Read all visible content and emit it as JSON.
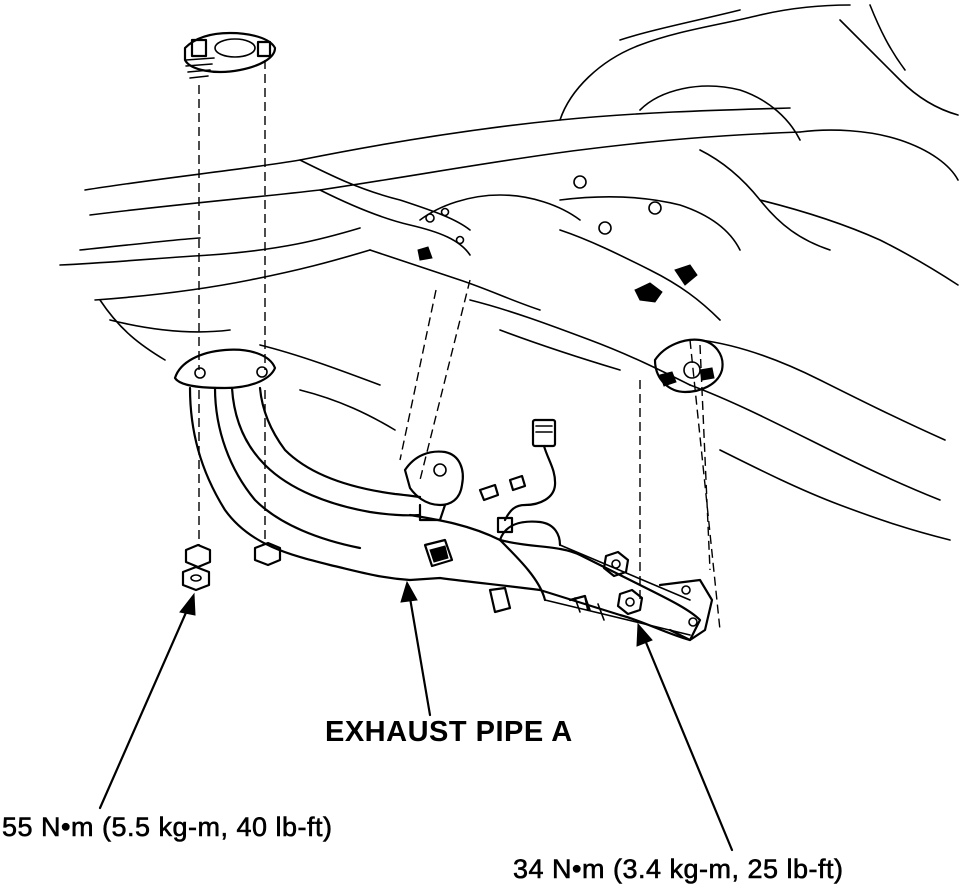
{
  "labels": {
    "part_name": "EXHAUST PIPE A",
    "torque_flange": "55 N•m (5.5 kg-m, 40 lb-ft)",
    "torque_bracket": "34 N•m (3.4 kg-m, 25 lb-ft)"
  },
  "colors": {
    "line": "#000000",
    "background": "#ffffff"
  },
  "icons": {
    "nut": "hex-nut-icon",
    "bolt": "bolt-icon",
    "sensor": "oxygen-sensor-icon"
  }
}
